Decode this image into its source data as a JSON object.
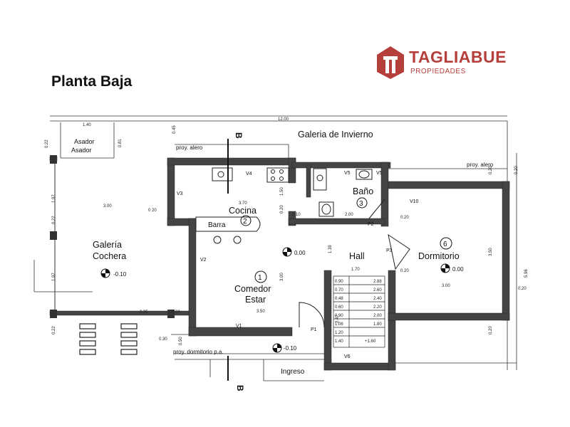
{
  "title": "Planta Baja",
  "logo": {
    "name": "TAGLIABUE",
    "subtitle": "PROPIEDADES",
    "color": "#b5403b"
  },
  "rooms": {
    "galeria_invierno": "Galeria de Invierno",
    "asador_top": "Asador",
    "asador": "Asador",
    "galeria": "Galería",
    "cochera": "Cochera",
    "cocina": "Cocina",
    "barra": "Barra",
    "comedor": "Comedor",
    "estar": "Estar",
    "bano": "Baño",
    "hall": "Hall",
    "dormitorio": "Dormitorio",
    "ingreso": "Ingreso"
  },
  "numbers": {
    "cocina": "2",
    "bano": "3",
    "comedor": "1",
    "dormitorio": "6"
  },
  "notes": {
    "proy_alero_1": "proy. alero",
    "proy_alero_2": "proy. alero",
    "proy_dormitorio": "proy. dormitorio p.a.",
    "section_top": "B",
    "section_bottom": "B"
  },
  "openings": {
    "v1": "V1",
    "v2": "V2",
    "v3": "V3",
    "v4": "V4",
    "v5a": "V5",
    "v5b": "V5",
    "v6": "V6",
    "v10": "V10",
    "p1": "P1",
    "p2": "P2",
    "p3": "P3"
  },
  "levels": {
    "galeria": "-0.10",
    "comedor": "0.00",
    "ingreso": "-0.10",
    "dormitorio": "0.00"
  },
  "dimensions": {
    "top_1_40": "1.40",
    "top_12": "12.00",
    "left_0_22a": "0.22",
    "left_0_22b": "0.22",
    "left_0_22c": "0.22",
    "left_1_97a": "1.97",
    "left_1_97b": "1.97",
    "asador_0_81": "0.81",
    "alero_0_45": "0.45",
    "galeria_3_00": "3.00",
    "galeria_0_20": "0 20",
    "galeria_3_35": "3.35",
    "galeria_0_20b": "0.20",
    "cocina_3_70": "3.70",
    "cocina_1_50": "1.50",
    "cocina_0_20": "0.20",
    "comedor_3_00": "3.00",
    "comedor_3_50": "3.50",
    "bano_0_10": "0.10",
    "bano_2_00": "2.00",
    "bano_0_20": "0.20",
    "hall_1_39": "1.39",
    "hall_1_70": "1.70",
    "hall_0_20": "0.20",
    "stairs_2_47": "2.47",
    "dorm_3_50": "3.50",
    "dorm_3_00": "3.00",
    "dorm_0_20a": "0.20",
    "dorm_0_20b": "0.20",
    "dorm_0_20c": "0.20",
    "dorm_0_20d": "0.20",
    "right_5_96": "5.96",
    "right_0_20": "0.20",
    "bottom_0_30": "0.30",
    "bottom_0_50": "0.50"
  },
  "stairs": {
    "left": [
      "0.90",
      "0.70",
      "0.48",
      "0.60",
      "0.90",
      "1.06",
      "1.20",
      "1.40"
    ],
    "right": [
      "2.88",
      "2.60",
      "2.40",
      "2.20",
      "2.00",
      "1.80",
      "+1.60"
    ]
  }
}
